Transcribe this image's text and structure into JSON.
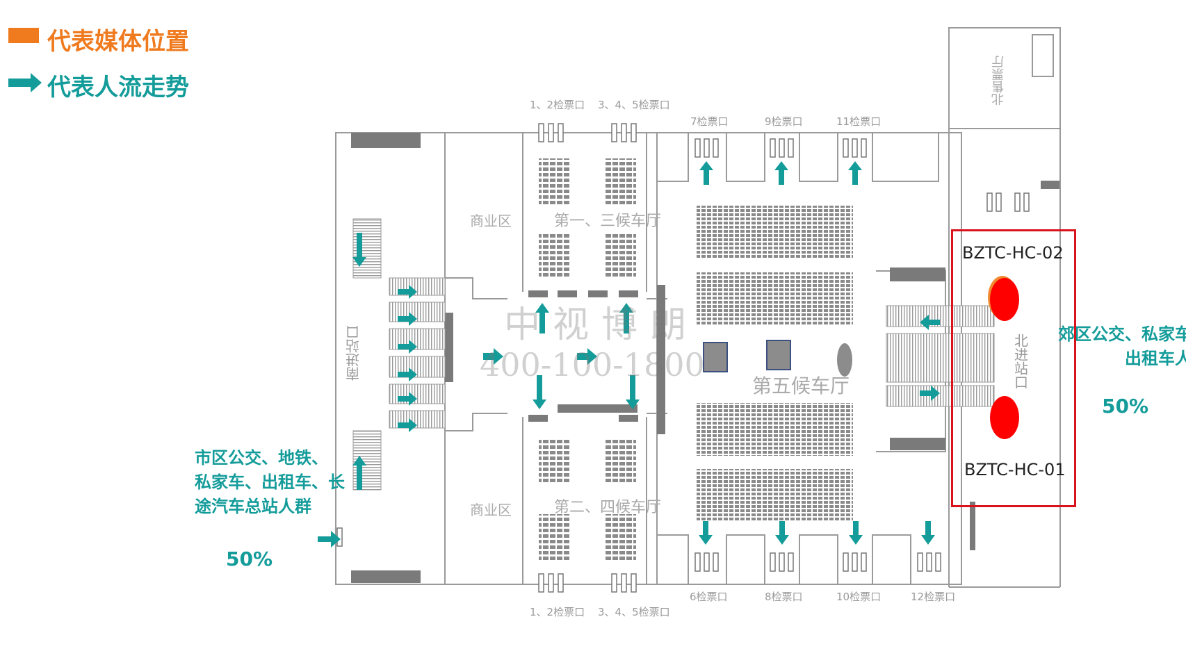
{
  "legend": {
    "media_label": "代表媒体位置",
    "flow_label": "代表人流走势",
    "media_color": "#f07a1e",
    "flow_color": "#149c9a"
  },
  "left_group": {
    "lines": [
      "市区公交、地铁、",
      "私家车、出租车、长",
      "途汽车总站人群"
    ],
    "percent": "50%"
  },
  "right_group": {
    "lines": [
      "郊区公交、私家车、",
      "出租车人群"
    ],
    "percent": "50%"
  },
  "watermark": {
    "name": "中视博朗",
    "phone": "400-100-1800"
  },
  "media_points": {
    "top_code": "BZTC-HC-02",
    "bottom_code": "BZTC-HC-01",
    "dot_color": "#ff0000",
    "box_color": "#d9121b"
  },
  "floor_plan": {
    "south_entrance": "南进站口",
    "north_entrance": "北进站口",
    "north_exit_hall": "北售票厅",
    "commercial_top": "商业区",
    "commercial_bottom": "商业区",
    "hall_1_3": "第一、三候车厅",
    "hall_2_4": "第二、四候车厅",
    "hall_5": "第五候车厅",
    "gates_top": [
      "1、2检票口",
      "3、4、5检票口",
      "7检票口",
      "9检票口",
      "11检票口"
    ],
    "gates_bottom": [
      "1、2检票口",
      "3、4、5检票口",
      "6检票口",
      "8检票口",
      "10检票口",
      "12检票口"
    ]
  }
}
